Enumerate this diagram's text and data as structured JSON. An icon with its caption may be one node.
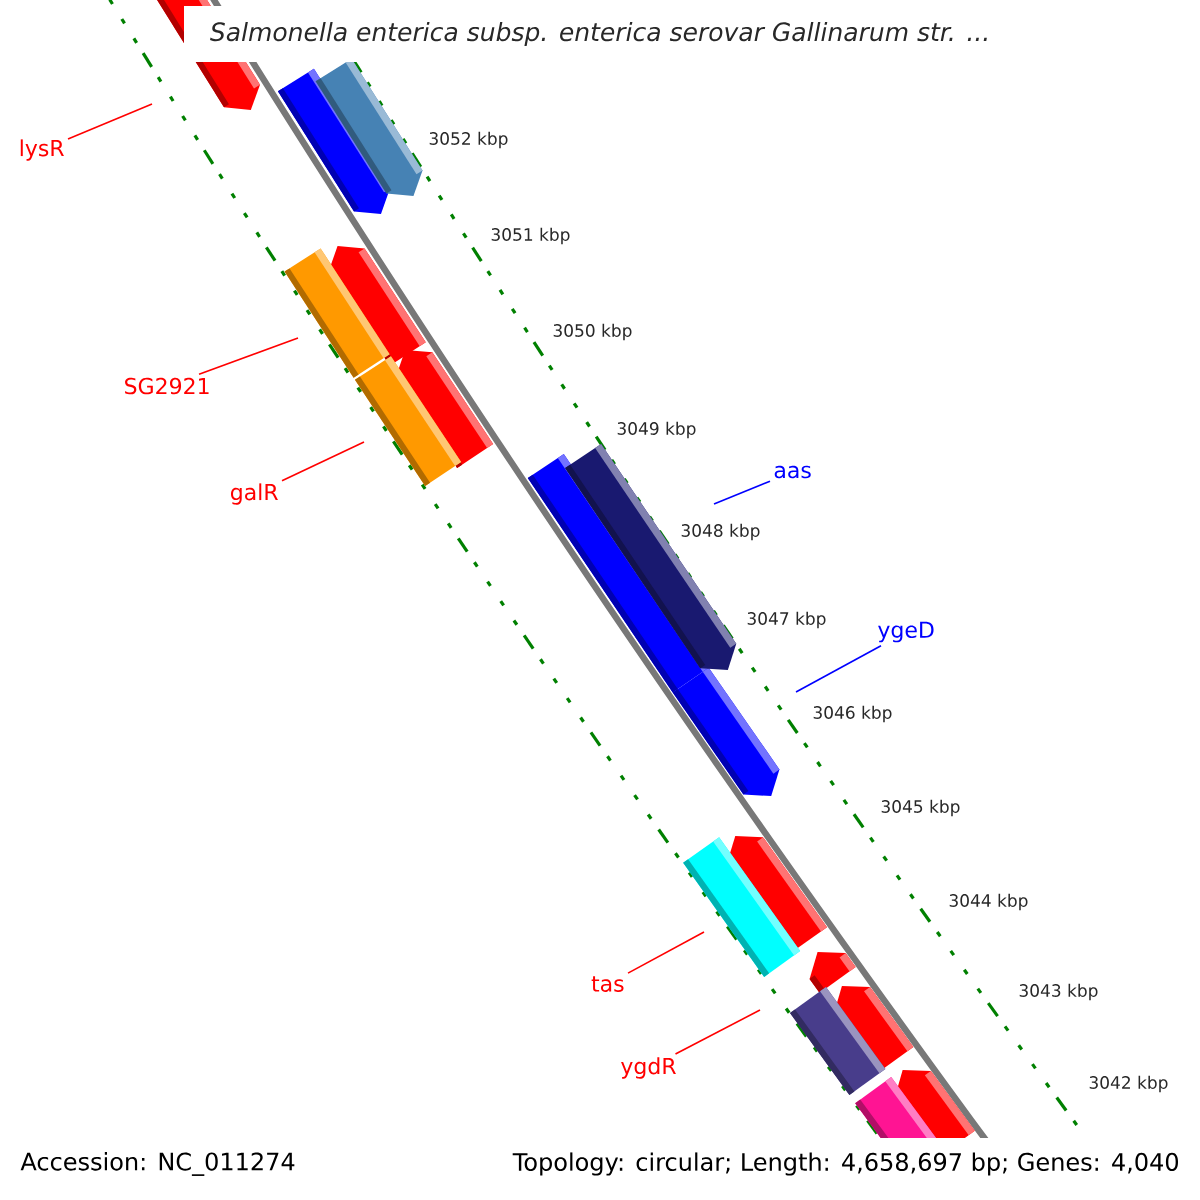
{
  "diagram": {
    "title": "Salmonella enterica subsp. enterica serovar Gallinarum str. ...",
    "nodes": [
      {
        "text": [
          "lysR"
        ]
      },
      {
        "text": [
          "SG2921"
        ]
      },
      {
        "text": [
          "aas"
        ]
      },
      {
        "text": [
          "galR"
        ]
      },
      {
        "text": [
          "ygeD"
        ]
      },
      {
        "text": [
          "tas"
        ]
      },
      {
        "text": [
          "ygdR"
        ]
      }
    ],
    "edges": [
      {
        "from": 0,
        "to": null,
        "arrow": "none"
      },
      {
        "from": 1,
        "to": null,
        "arrow": "none"
      },
      {
        "from": 2,
        "to": null,
        "arrow": "none",
        "color": "#0000ff"
      },
      {
        "from": 3,
        "to": null,
        "arrow": "none"
      },
      {
        "from": 4,
        "to": null,
        "arrow": "none",
        "color": "#0000ff"
      },
      {
        "from": 5,
        "to": null,
        "arrow": "none"
      },
      {
        "from": 6,
        "to": null,
        "arrow": "none"
      }
    ],
    "labels": [
      "3052 kbp",
      "3051 kbp",
      "3050 kbp",
      "3049 kbp",
      "3048 kbp",
      "3047 kbp",
      "3046 kbp",
      "3045 kbp",
      "3044 kbp",
      "3043 kbp",
      "3042 kbp",
      "Accession: NC_011274",
      "Topology: circular; Length: 4,658,697 bp; Genes: 4,040"
    ]
  }
}
